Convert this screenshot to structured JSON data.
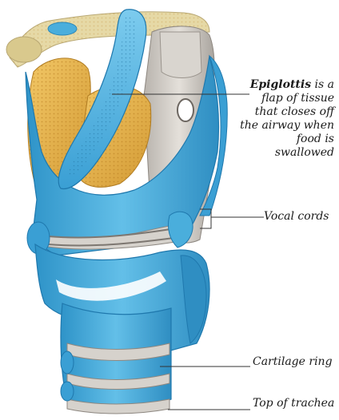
{
  "labels": {
    "epiglottis_term": "Epiglottis",
    "epiglottis_rest": " is a flap of tissue that closes off the airway when food is swallowed",
    "vocal_cords": "Vocal cords",
    "cartilage_ring": "Cartilage ring",
    "top_of_trachea": "Top of trachea"
  },
  "colors": {
    "cartilage_blue": "#4aaedc",
    "cartilage_light": "#8ed0f0",
    "fat_yellow": "#e8b34a",
    "tissue_grey": "#c9c4bd",
    "bone_beige": "#e6d9a6",
    "leader_line": "#333333"
  }
}
